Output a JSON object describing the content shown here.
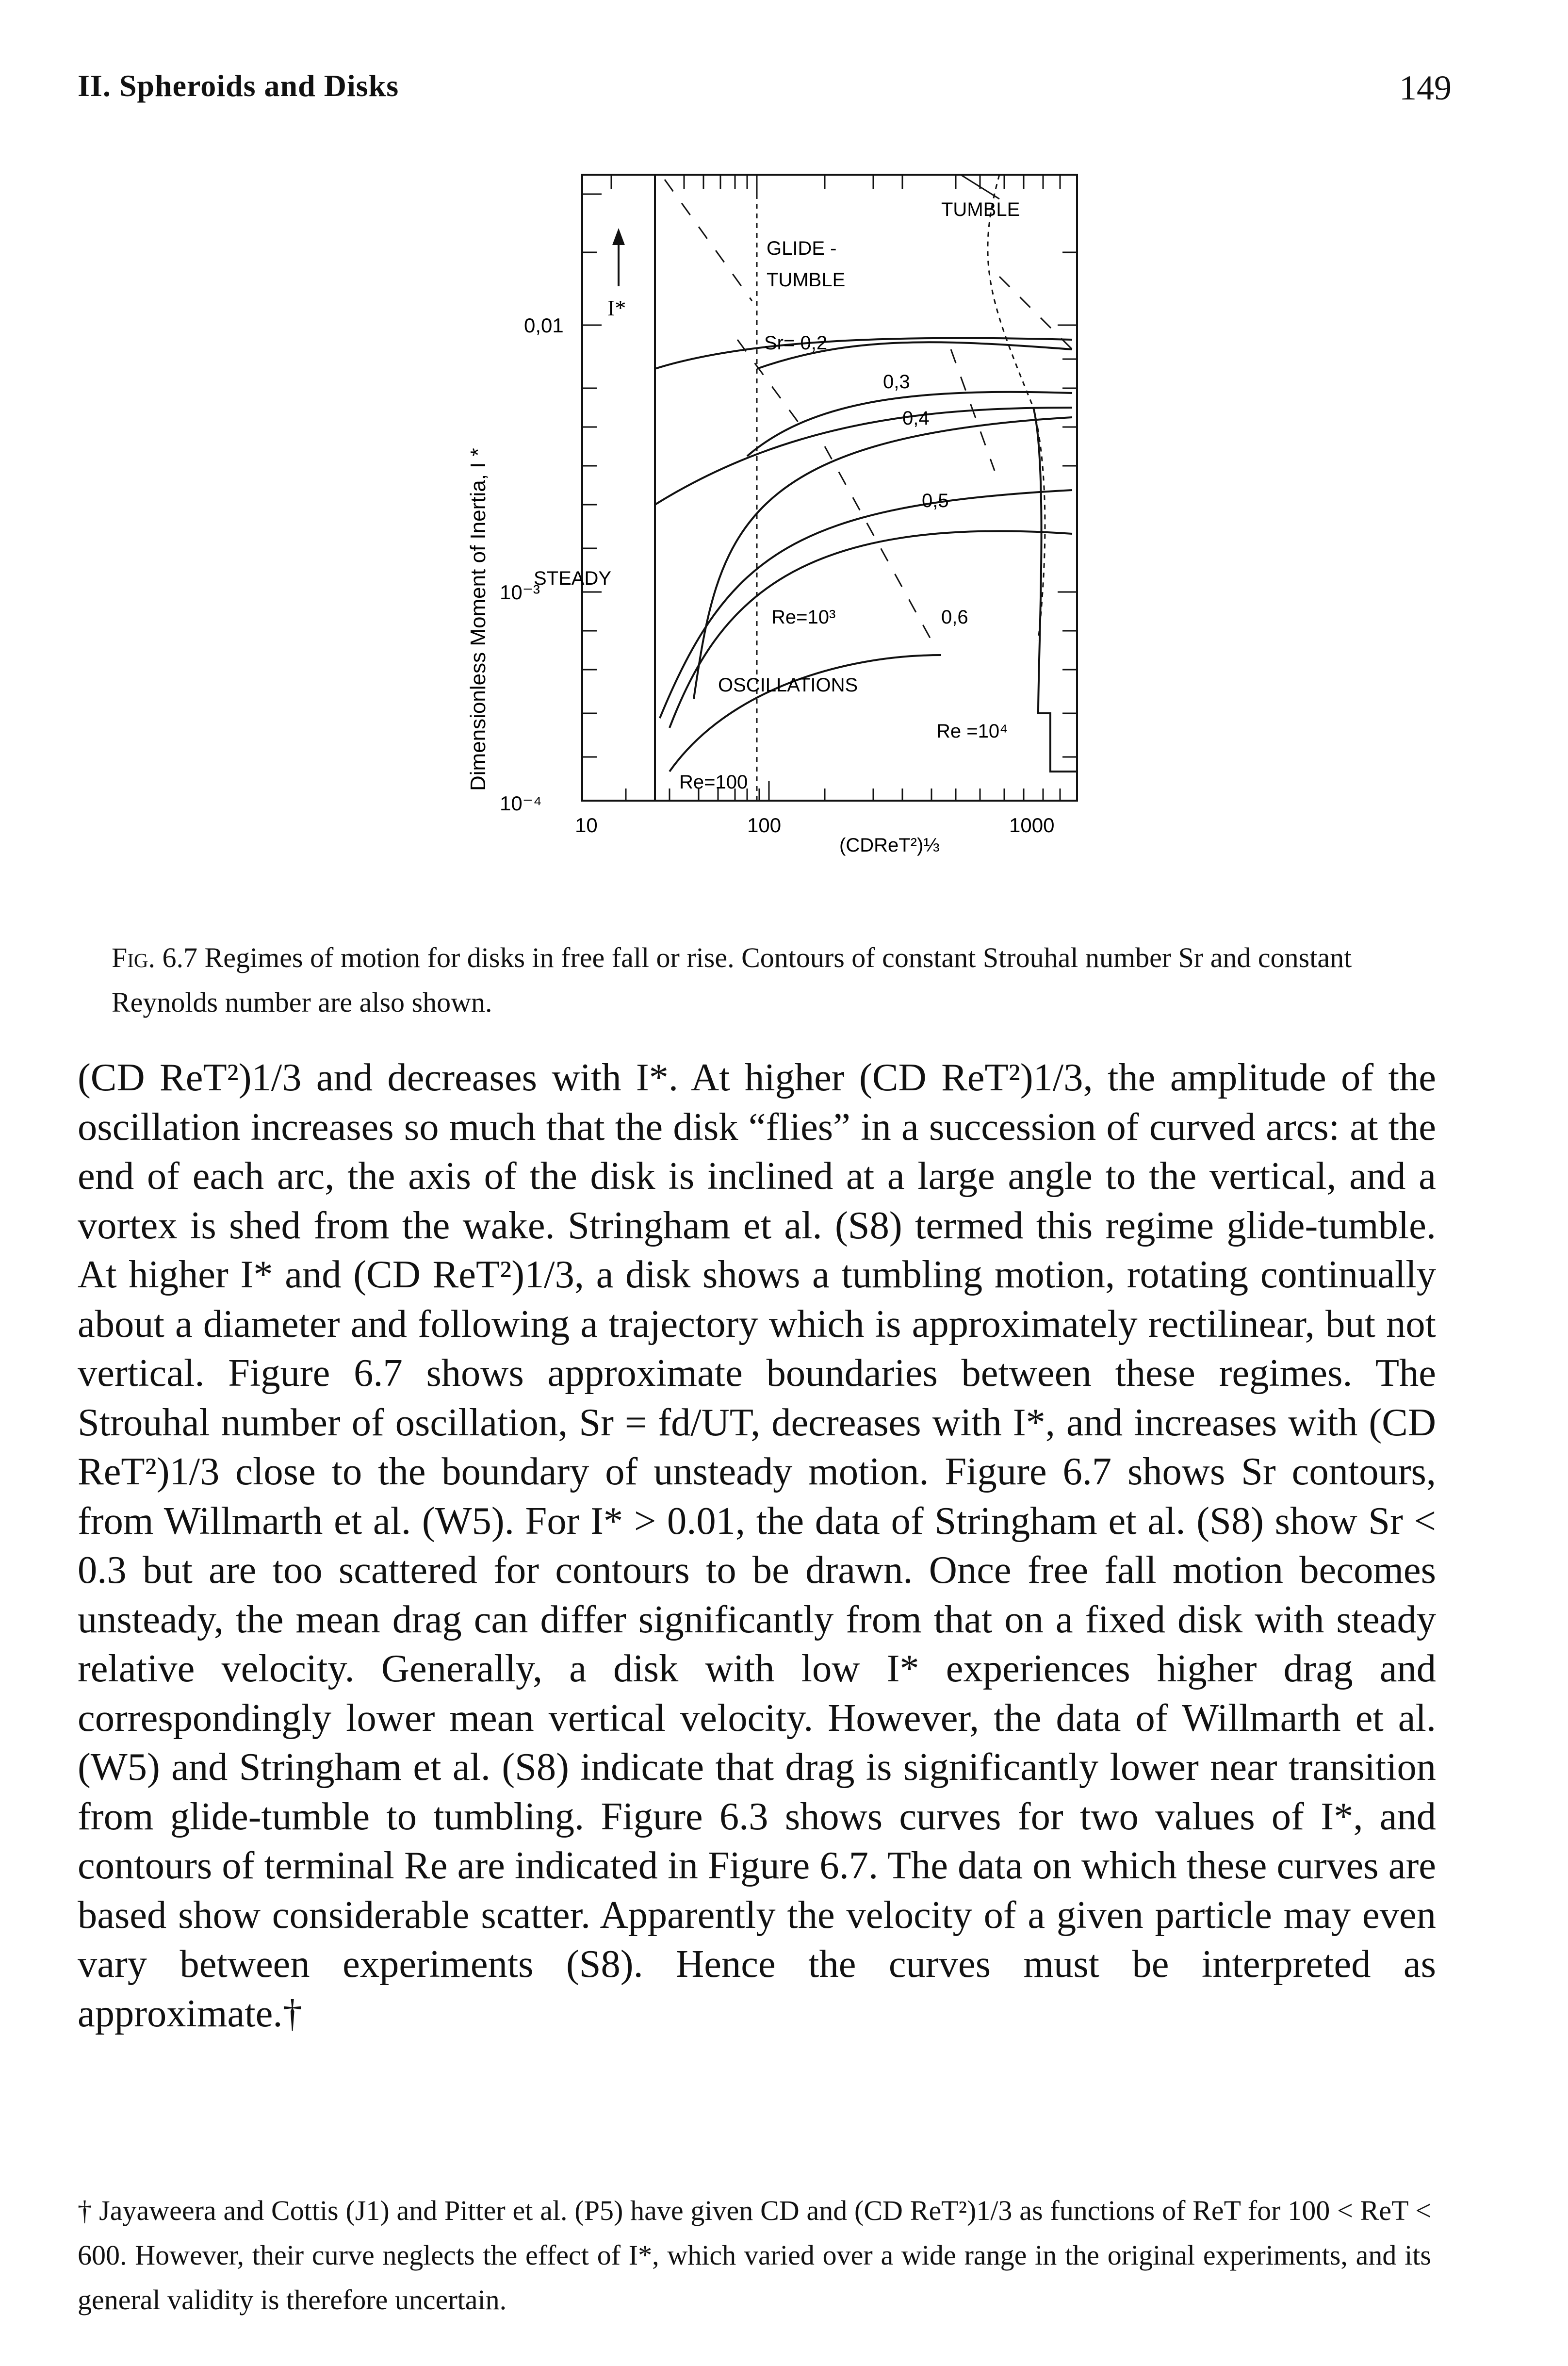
{
  "header": {
    "section_title": "II. Spheroids and Disks",
    "page_number": "149"
  },
  "figure": {
    "y_axis_title": "Dimensionless Moment of Inertia, I *",
    "x_axis_title": "(CDReT²)⅓",
    "y_ticks": [
      "0,01",
      "10⁻³",
      "10⁻⁴"
    ],
    "x_ticks": [
      "10",
      "100",
      "1000"
    ],
    "arrow_label": "I*",
    "labels": {
      "tumble": "TUMBLE",
      "glide_tumble_1": "GLIDE -",
      "glide_tumble_2": "TUMBLE",
      "steady": "STEADY",
      "oscillations": "OSCILLATIONS",
      "re_1000": "Re=10³",
      "re_10000": "Re =10⁴",
      "re_100": "Re=100",
      "sr_02": "Sr= 0,2",
      "sr_03": "0,3",
      "sr_04": "0,4",
      "sr_05": "0,5",
      "sr_06": "0,6"
    }
  },
  "caption": {
    "fig_label": "Fig. 6.7",
    "text": "Regimes of motion for disks in free fall or rise. Contours of constant Strouhal number Sr and constant Reynolds number are also shown."
  },
  "body_text": "(CD ReT²)1/3 and decreases with I*. At higher (CD ReT²)1/3, the amplitude of the oscillation increases so much that the disk “flies” in a succession of curved arcs: at the end of each arc, the axis of the disk is inclined at a large angle to the vertical, and a vortex is shed from the wake. Stringham et al. (S8) termed this regime glide-tumble. At higher I* and (CD ReT²)1/3, a disk shows a tumbling motion, rotating continually about a diameter and following a trajectory which is approximately rectilinear, but not vertical. Figure 6.7 shows approximate boundaries between these regimes. The Strouhal number of oscillation, Sr = fd/UT, decreases with I*, and increases with (CD ReT²)1/3 close to the boundary of unsteady motion. Figure 6.7 shows Sr contours, from Willmarth et al. (W5). For I* > 0.01, the data of Stringham et al. (S8) show Sr < 0.3 but are too scattered for contours to be drawn. Once free fall motion becomes unsteady, the mean drag can differ significantly from that on a fixed disk with steady relative velocity. Generally, a disk with low I* experiences higher drag and correspondingly lower mean vertical velocity. However, the data of Willmarth et al. (W5) and Stringham et al. (S8) indicate that drag is significantly lower near transition from glide-tumble to tumbling. Figure 6.3 shows curves for two values of I*, and contours of terminal Re are indicated in Figure 6.7. The data on which these curves are based show considerable scatter. Apparently the velocity of a given particle may even vary between experiments (S8). Hence the curves must be interpreted as approximate.†",
  "footnote": "† Jayaweera and Cottis (J1) and Pitter et al. (P5) have given CD and (CD ReT²)1/3 as functions of ReT for 100 < ReT < 600. However, their curve neglects the effect of I*, which varied over a wide range in the original experiments, and its general validity is therefore uncertain."
}
